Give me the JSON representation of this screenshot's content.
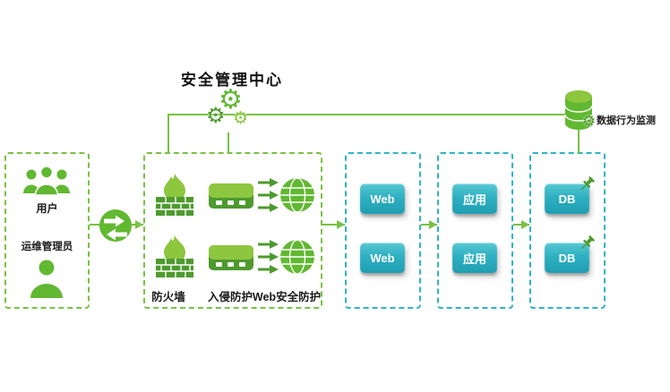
{
  "diagram_title": "安全管理中心",
  "monitor": {
    "label": "数据行为监测"
  },
  "left_zone": {
    "users_label": "用户",
    "admin_label": "运维管理员"
  },
  "security_zone": {
    "firewall_label": "防火墙",
    "ips_label": "入侵防护",
    "web_label": "Web安全防护"
  },
  "server_zones": [
    {
      "name": "web-tier",
      "servers": [
        "Web",
        "Web"
      ]
    },
    {
      "name": "app-tier",
      "servers": [
        "应用",
        "应用"
      ]
    },
    {
      "name": "db-tier",
      "servers": [
        "DB",
        "DB"
      ]
    }
  ],
  "colors": {
    "primary_green": "#61b831",
    "light_green": "#8dc63f",
    "dark_green": "#4e9a2e",
    "line_green": "#7ac143",
    "teal_dash": "#2fb3c4",
    "server_teal": "#2fb0c1",
    "text": "#1a1a1a"
  }
}
